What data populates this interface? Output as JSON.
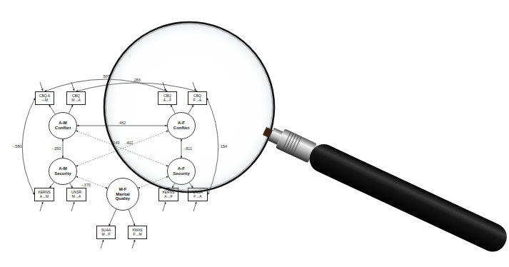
{
  "diagram": {
    "nodes": [
      {
        "text": [
          "CBQ A—M"
        ]
      },
      {
        "text": [
          "CBQ M→A"
        ]
      },
      {
        "text": [
          "CBQ A→F"
        ]
      },
      {
        "text": [
          "CBQ F→A"
        ]
      },
      {
        "text": [
          "A-M Conflict"
        ]
      },
      {
        "text": [
          "A-F Conflict"
        ]
      },
      {
        "text": [
          "A-M Security"
        ]
      },
      {
        "text": [
          "A-F Security"
        ]
      },
      {
        "text": [
          "M-F Marital Quality"
        ]
      },
      {
        "text": [
          "KERNS A→M"
        ]
      },
      {
        "text": [
          "UNSR M→A"
        ]
      },
      {
        "text": [
          "KERNS A→F"
        ]
      },
      {
        "text": [
          "UNSR F→A"
        ]
      },
      {
        "text": [
          "SUAA M→F"
        ]
      },
      {
        "text": [
          "KMAS F→M"
        ]
      }
    ],
    "edges": [
      {
        "from": 4,
        "to": 0,
        "arrow": "to"
      },
      {
        "from": 4,
        "to": 1,
        "arrow": "to"
      },
      {
        "from": 5,
        "to": 2,
        "arrow": "to"
      },
      {
        "from": 5,
        "to": 3,
        "arrow": "to"
      },
      {
        "from": 6,
        "to": 9,
        "arrow": "to"
      },
      {
        "from": 6,
        "to": 10,
        "arrow": "to"
      },
      {
        "from": 7,
        "to": 11,
        "arrow": "to"
      },
      {
        "from": 7,
        "to": 12,
        "arrow": "to"
      },
      {
        "from": 8,
        "to": 13,
        "arrow": "to"
      },
      {
        "from": 8,
        "to": 14,
        "arrow": "to"
      },
      {
        "from": 4,
        "to": 5,
        "label": ".462",
        "arrow": "both"
      },
      {
        "from": 4,
        "to": 6,
        "label": "-.350",
        "arrow": "both"
      },
      {
        "from": 5,
        "to": 7,
        "label": "-.811",
        "arrow": "both"
      },
      {
        "from": 4,
        "to": 7,
        "label": "-.249",
        "arrow": "both"
      },
      {
        "from": 5,
        "to": 6,
        "label": ".402",
        "arrow": "both"
      },
      {
        "from": 6,
        "to": 8,
        "label": "-.370",
        "arrow": "both"
      },
      {
        "from": 7,
        "to": 8,
        "arrow": "both"
      },
      {
        "from": 0,
        "to": 2,
        "label": ".507",
        "arrow": "both"
      },
      {
        "from": 1,
        "to": 3,
        "label": ".283",
        "arrow": "both"
      },
      {
        "from": 0,
        "to": 9,
        "label": "-.580",
        "arrow": "both"
      },
      {
        "from": 3,
        "to": 12,
        "label": ".154",
        "arrow": "both"
      }
    ]
  }
}
